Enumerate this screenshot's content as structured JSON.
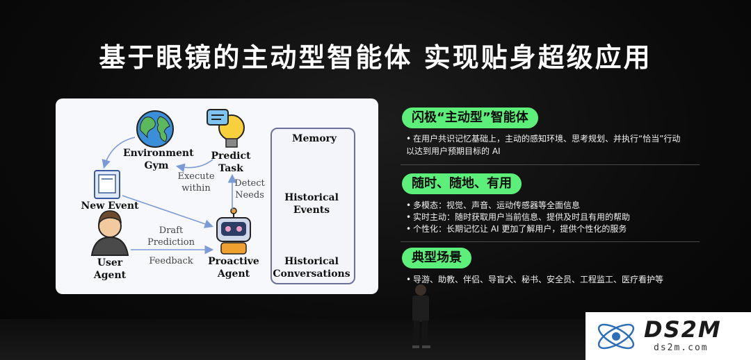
{
  "slide": {
    "title": "基于眼镜的主动型智能体 实现贴身超级应用"
  },
  "diagram": {
    "nodes": {
      "environment_gym": "Environment\nGym",
      "predict_task": "Predict\nTask",
      "new_event": "New Event",
      "user_agent": "User\nAgent",
      "proactive_agent": "Proactive\nAgent",
      "memory": "Memory",
      "historical_events": "Historical\nEvents",
      "historical_conversations": "Historical\nConversations"
    },
    "edges": {
      "execute_within": "Execute\nwithin",
      "detect_needs": "Detect\nNeeds",
      "draft_prediction": "Draft\nPrediction",
      "feedback": "Feedback"
    }
  },
  "sections": [
    {
      "heading": "闪极“主动型”智能体",
      "bullets": [
        "在用户共识记忆基础上，主动的感知环境、思考规划、并执行“恰当”行动",
        "以达到用户预期目标的 AI"
      ]
    },
    {
      "heading": "随时、随地、有用",
      "bullets": [
        "多模态：视觉、声音、运动传感器等全面信息",
        "实时主动：随时获取用户当前信息、提供及时且有用的帮助",
        "个性化：长期记忆让 AI 更加了解用户，提供个性化的服务"
      ]
    },
    {
      "heading": "典型场景",
      "bullets": [
        "导游、助教、伴侣、导盲犬、秘书、安全员、工程监工、医疗看护等"
      ]
    }
  ],
  "watermark": {
    "brand": "DS2M",
    "domain": "ds2m.com"
  },
  "colors": {
    "pill_green": "#5cf07a",
    "panel_bg": "#f7f8fb",
    "memory_border": "#6b6f99",
    "arrow_blue": "#7a9bd6"
  }
}
